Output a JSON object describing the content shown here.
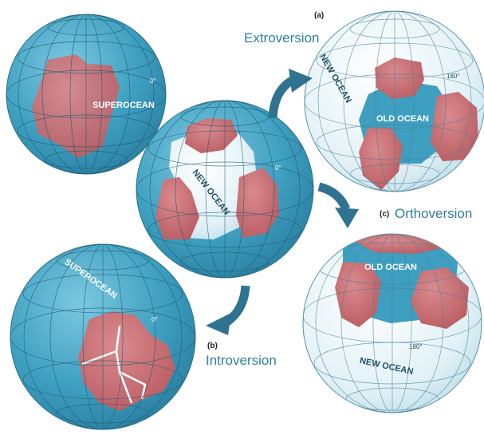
{
  "panels": {
    "a": {
      "letter": "(a)",
      "caption": "Extroversion"
    },
    "b": {
      "letter": "(b)",
      "caption": "Introversion"
    },
    "c": {
      "letter": "(c)",
      "caption": "Orthoversion"
    }
  },
  "globes": {
    "top_left": {
      "ocean_label": "SUPEROCEAN",
      "meridian": "0°"
    },
    "center": {
      "ocean_label": "NEW OCEAN",
      "meridian": "0°"
    },
    "top_right": {
      "new_ocean_label": "NEW OCEAN",
      "old_ocean_label": "OLD OCEAN",
      "meridian": "180°"
    },
    "bottom_right": {
      "old_ocean_label": "OLD OCEAN",
      "new_ocean_label": "NEW OCEAN",
      "meridian": "180°"
    },
    "bottom_left": {
      "ocean_label": "SUPEROCEAN",
      "meridian": "0°"
    }
  },
  "colors": {
    "ocean": "#3e9fc0",
    "new_ocean": "#dcedf3",
    "continent": "#c0646a",
    "arrow": "#2f7390",
    "grid": "#1d5a73"
  }
}
